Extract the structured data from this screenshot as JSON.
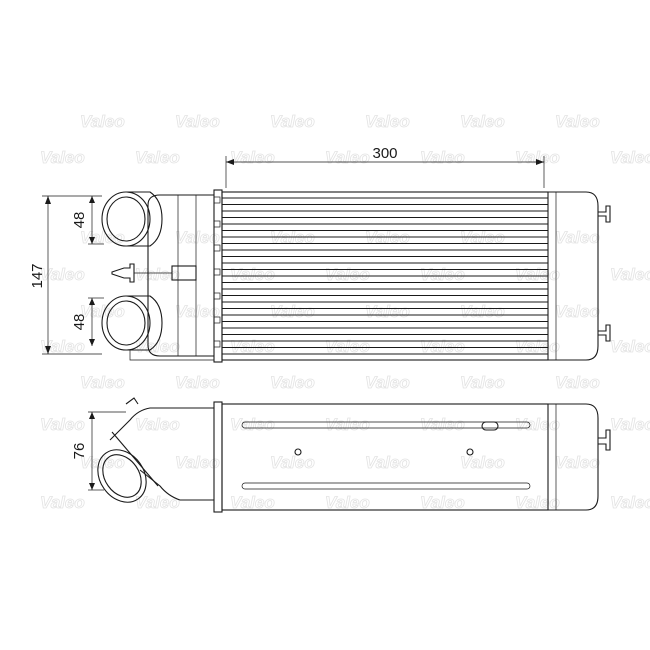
{
  "watermark": {
    "brand": "Valeo"
  },
  "dimensions": {
    "width": "300",
    "height_total": "147",
    "pipe_top": "48",
    "pipe_bottom": "48",
    "side_depth": "76"
  },
  "colors": {
    "line": "#1a1a1a",
    "watermark": "#e3e3e3",
    "background": "#ffffff"
  }
}
